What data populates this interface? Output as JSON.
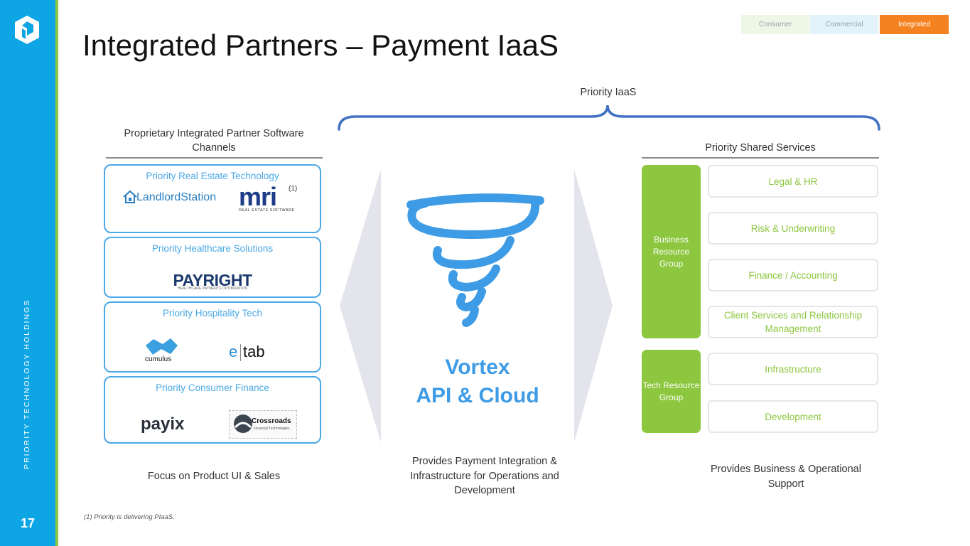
{
  "sidebar": {
    "company": "PRIORITY TECHNOLOGY HOLDINGS",
    "page_number": "17"
  },
  "title": "Integrated Partners – Payment IaaS",
  "segments": {
    "consumer": "Consumer",
    "commercial": "Commercial",
    "integrated": "Integrated",
    "active_color": "#f58220"
  },
  "brace_label": "Priority IaaS",
  "left": {
    "header": "Proprietary Integrated Partner Software Channels",
    "cards": [
      {
        "title": "Priority Real Estate Technology",
        "logos": [
          "LandlordStation",
          "mri",
          "REAL ESTATE SOFTWARE",
          "(1)"
        ]
      },
      {
        "title": "Priority Healthcare Solutions",
        "logos": [
          "PAYRIGHT",
          "HEALTHCARE PAYMENTS OPTIMIZATION"
        ]
      },
      {
        "title": "Priority Hospitality Tech",
        "logos": [
          "cumulus",
          "e",
          "tab"
        ]
      },
      {
        "title": "Priority Consumer Finance",
        "logos": [
          "payix",
          "Crossroads",
          "Financial Technologies"
        ]
      }
    ],
    "footer": "Focus on Product UI &  Sales"
  },
  "center": {
    "line1": "Vortex",
    "line2": "API & Cloud",
    "footer": "Provides Payment Integration & Infrastructure for Operations and Development"
  },
  "right": {
    "header": "Priority Shared Services",
    "groups": [
      "Business Resource Group",
      "Tech Resource Group"
    ],
    "services": [
      "Legal & HR",
      "Risk & Underwriting",
      "Finance / Accounting",
      "Client Services and Relationship Management",
      "Infrastructure",
      "Development"
    ],
    "footer": "Provides Business & Operational Support"
  },
  "footnote": "(1)   Priority is delivering PIaaS.",
  "colors": {
    "blue": "#0ea5e4",
    "green": "#8dc63f",
    "card_border": "#4aa8e6",
    "vortex": "#3e9be5",
    "brace": "#4472c4"
  }
}
